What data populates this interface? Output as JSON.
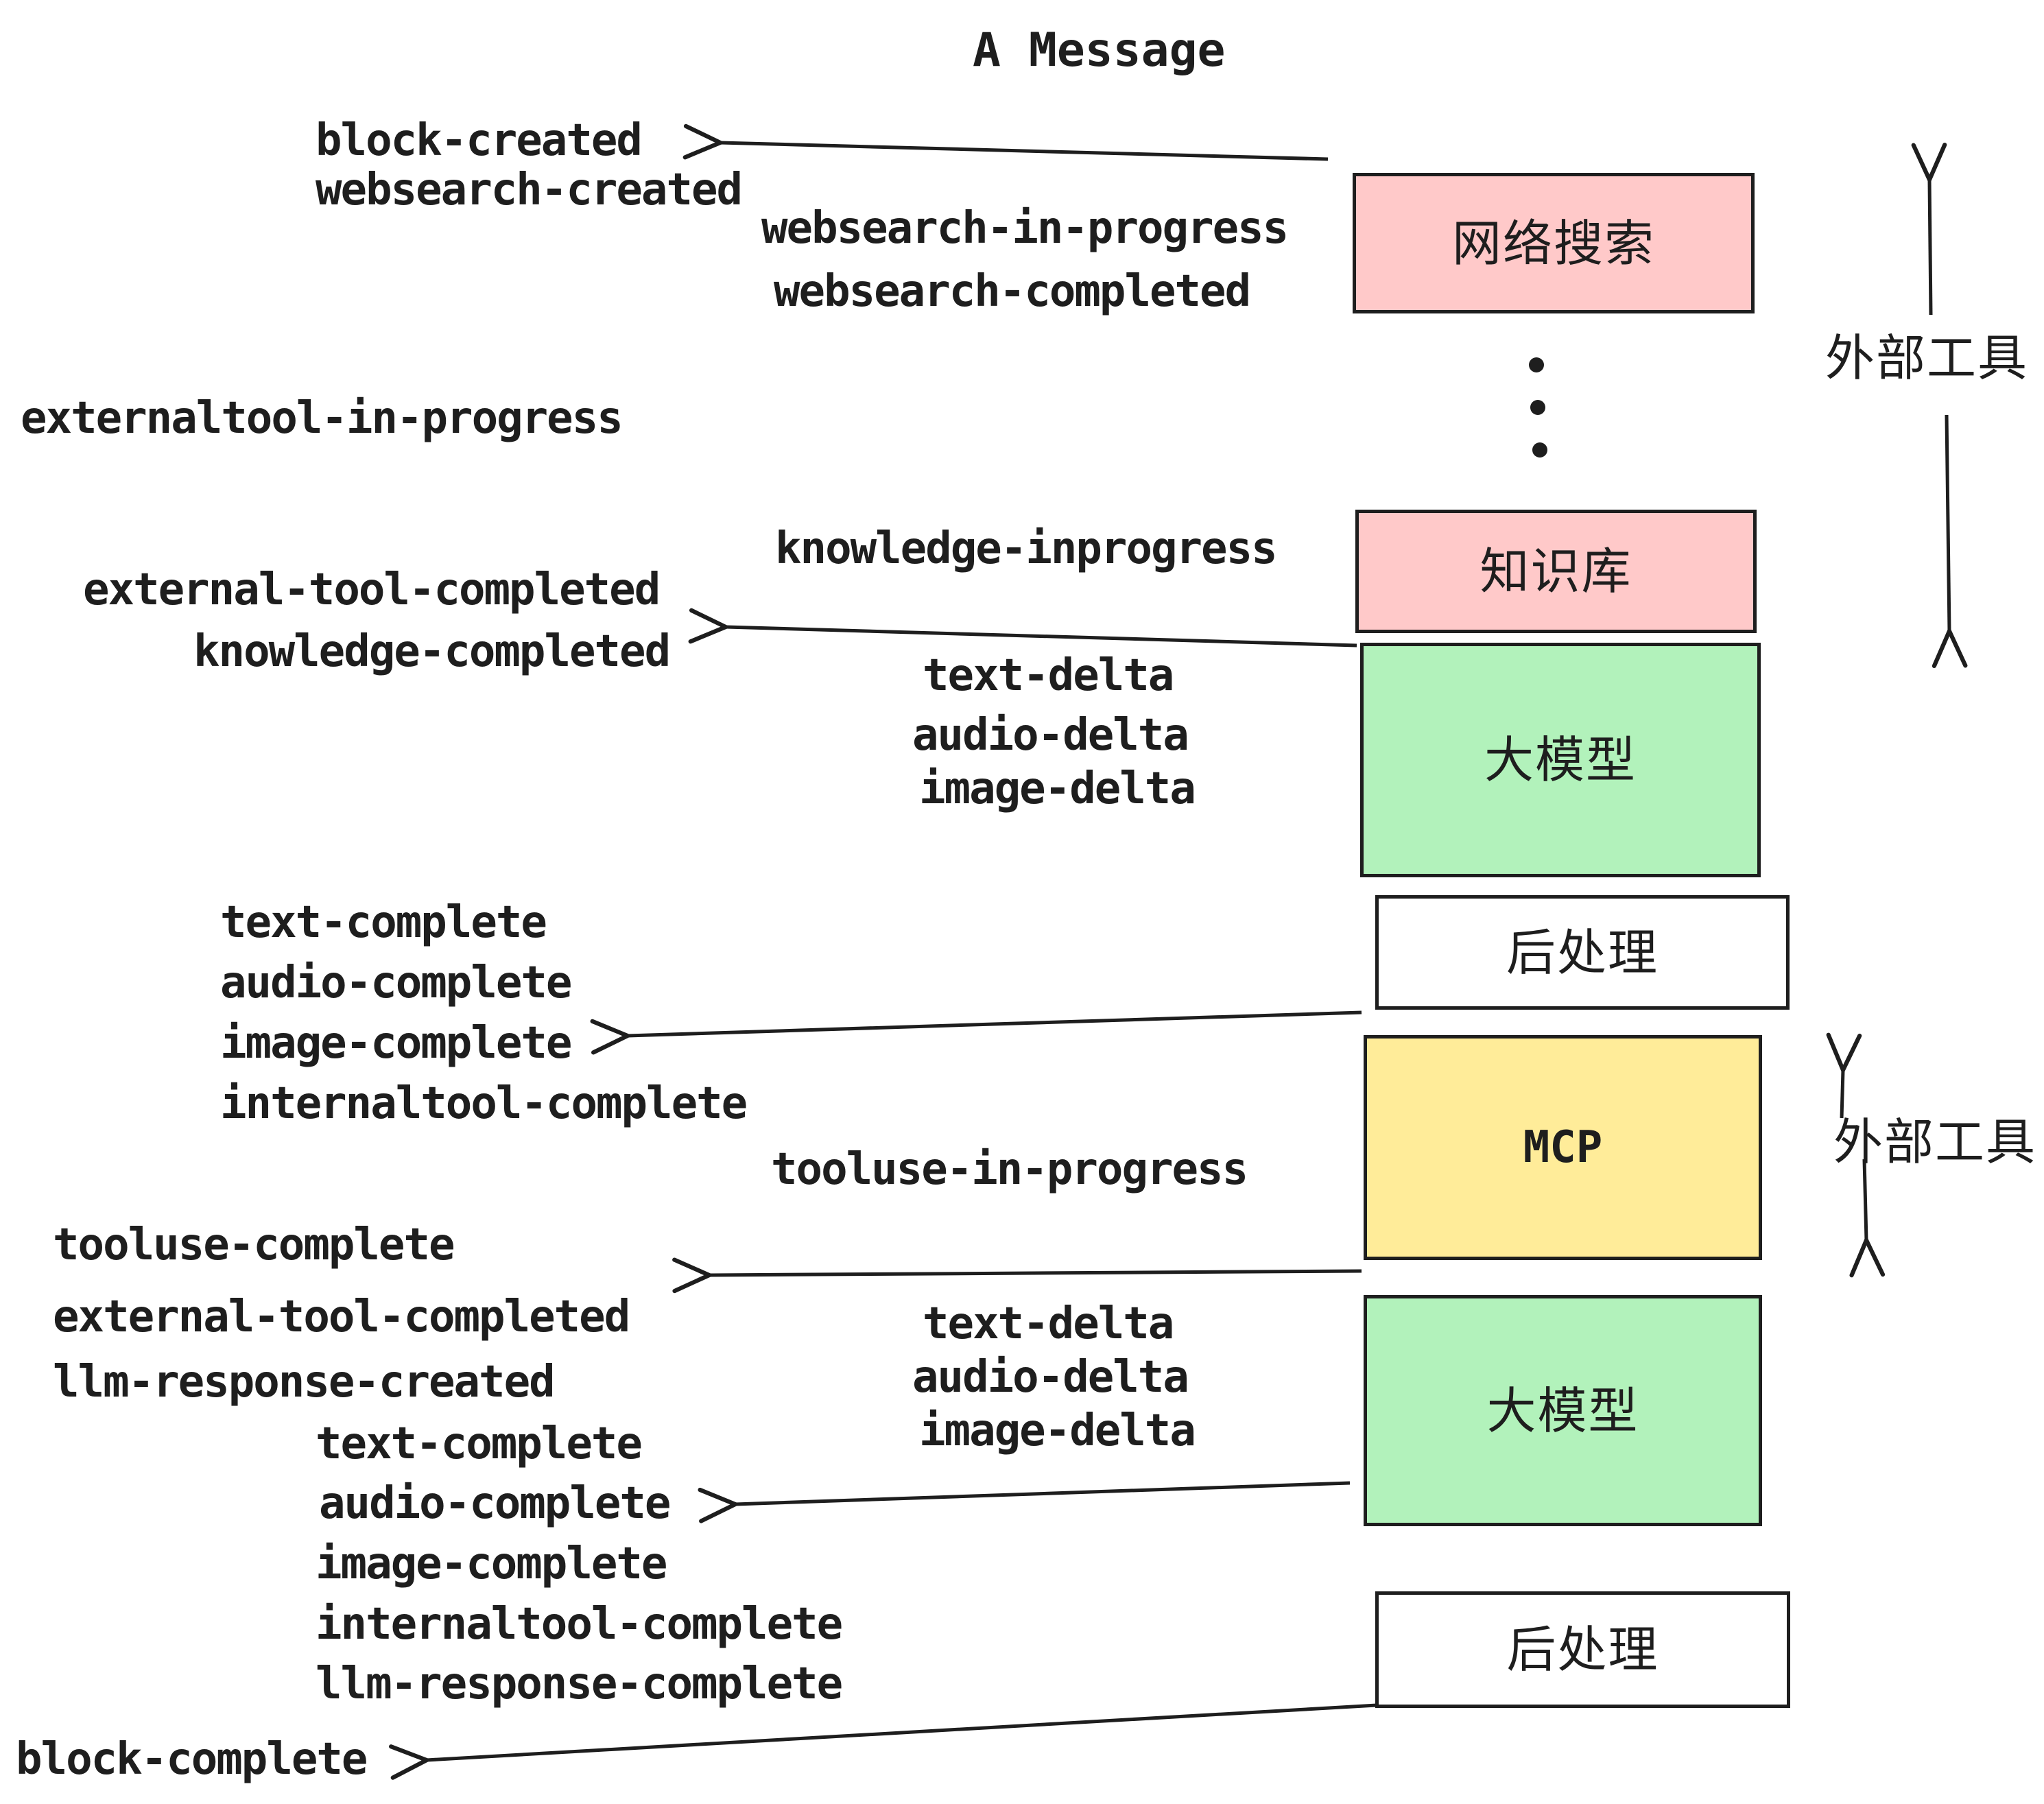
{
  "title": "A Message",
  "boxes": [
    {
      "label": "网络搜索"
    },
    {
      "label": "知识库"
    },
    {
      "label": "大模型"
    },
    {
      "label": "后处理"
    },
    {
      "label": "MCP"
    },
    {
      "label": "大模型"
    },
    {
      "label": "后处理"
    }
  ],
  "side_labels": {
    "external_tools_top": "外部工具",
    "external_tools_bottom": "外部工具"
  },
  "events": [
    "block-created",
    "websearch-created",
    "websearch-in-progress",
    "websearch-completed",
    "externaltool-in-progress",
    "external-tool-completed",
    "knowledge-completed",
    "knowledge-inprogress",
    "text-delta",
    "audio-delta",
    "image-delta",
    "text-complete",
    "audio-complete",
    "image-complete",
    "internaltool-complete",
    "tooluse-in-progress",
    "tooluse-complete",
    "external-tool-completed",
    "llm-response-created",
    "text-complete",
    "audio-complete",
    "image-complete",
    "internaltool-complete",
    "llm-response-complete",
    "block-complete"
  ],
  "colors": {
    "box_pink": "#ffc9c9",
    "box_green": "#b2f2bb",
    "box_yellow": "#ffec99",
    "box_white": "#ffffff",
    "stroke": "#1e1e1e"
  }
}
